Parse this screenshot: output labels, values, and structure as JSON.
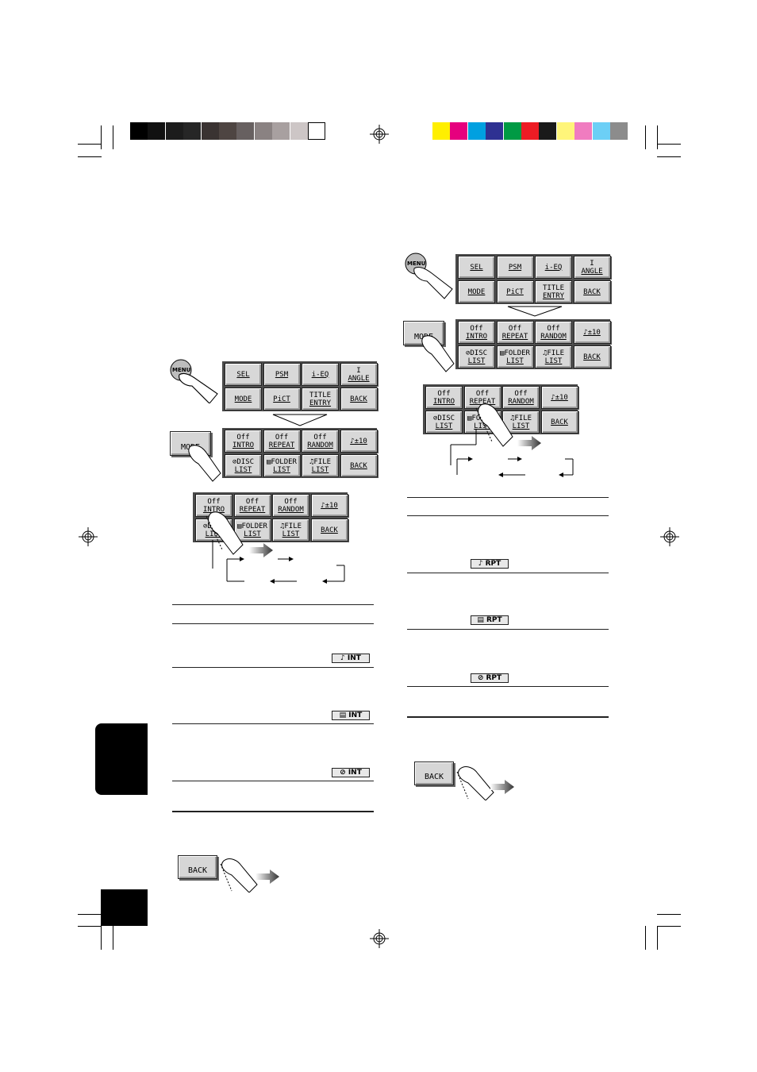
{
  "colors": {
    "gray_bar": [
      "#000000",
      "#111111",
      "#1c1c1c",
      "#262626",
      "#3a3332",
      "#4e4542",
      "#676060",
      "#8a8282",
      "#a8a0a0",
      "#cdc6c6",
      "#ffffff"
    ],
    "color_bar": [
      "#ffef00",
      "#e6007e",
      "#00a0e0",
      "#2e3192",
      "#009a44",
      "#ed1c24",
      "#1a1a1a",
      "#fff57a",
      "#f07cc0",
      "#6ccff6",
      "#8c8c8c"
    ]
  },
  "menu_grid": {
    "row1": [
      {
        "l1": "",
        "l2": "SEL"
      },
      {
        "l1": "",
        "l2": "PSM"
      },
      {
        "l1": "",
        "l2": "i-EQ"
      },
      {
        "l1": "I",
        "l2": "ANGLE"
      }
    ],
    "row2": [
      {
        "l1": "",
        "l2": "MODE"
      },
      {
        "l1": "",
        "l2": "PiCT"
      },
      {
        "l1": "TITLE",
        "l2": "ENTRY"
      },
      {
        "l1": "",
        "l2": "BACK"
      }
    ]
  },
  "mode_grid": {
    "row1": [
      {
        "l1": "Off",
        "l2": "INTRO"
      },
      {
        "l1": "Off",
        "l2": "REPEAT"
      },
      {
        "l1": "Off",
        "l2": "RANDOM"
      },
      {
        "l1": "",
        "l2": "♪±10"
      }
    ],
    "row2": [
      {
        "l1": "⊘DISC",
        "l2": "LIST"
      },
      {
        "l1": "▤FOLDER",
        "l2": "LIST"
      },
      {
        "l1": "♫FILE",
        "l2": "LIST"
      },
      {
        "l1": "",
        "l2": "BACK"
      }
    ]
  },
  "buttons": {
    "menu": "MENU",
    "mode": "MODE",
    "back": "BACK"
  },
  "left_badges": [
    "♪ INT",
    "▤ INT",
    "⊘ INT"
  ],
  "right_badges": [
    "♪ RPT",
    "▤ RPT",
    "⊘ RPT"
  ]
}
